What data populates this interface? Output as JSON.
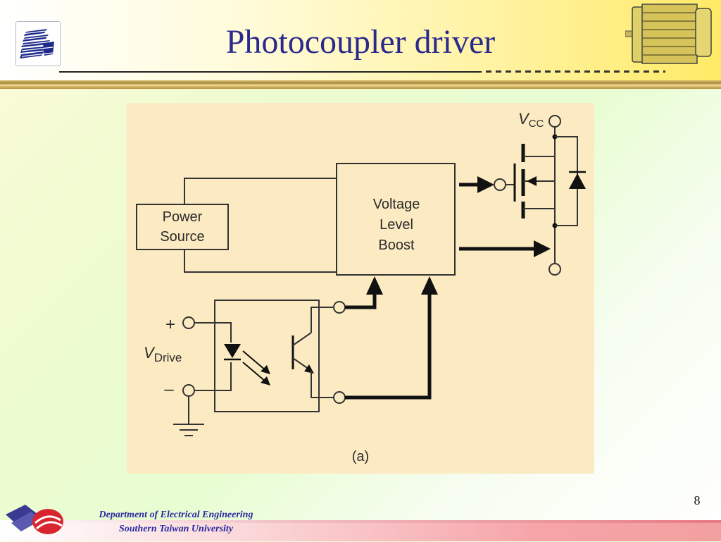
{
  "slide": {
    "title": "Photocoupler driver",
    "page_number": "8"
  },
  "footer": {
    "line1": "Department of Electrical Engineering",
    "line2": "Southern Taiwan University"
  },
  "diagram": {
    "power_source": [
      "Power",
      "Source"
    ],
    "voltage_level_boost": [
      "Voltage",
      "Level",
      "Boost"
    ],
    "vcc": {
      "main": "V",
      "sub": "CC"
    },
    "vdrive": {
      "main": "V",
      "sub": "Drive"
    },
    "plus": "+",
    "minus": "–",
    "caption": "(a)"
  },
  "colors": {
    "title": "#2a2a8c",
    "diagram_bg": "#fcebc2",
    "footer_text": "#2a2aa0"
  },
  "icons": [
    "university-logo-icon",
    "motor-icon",
    "department-logo-icon"
  ]
}
